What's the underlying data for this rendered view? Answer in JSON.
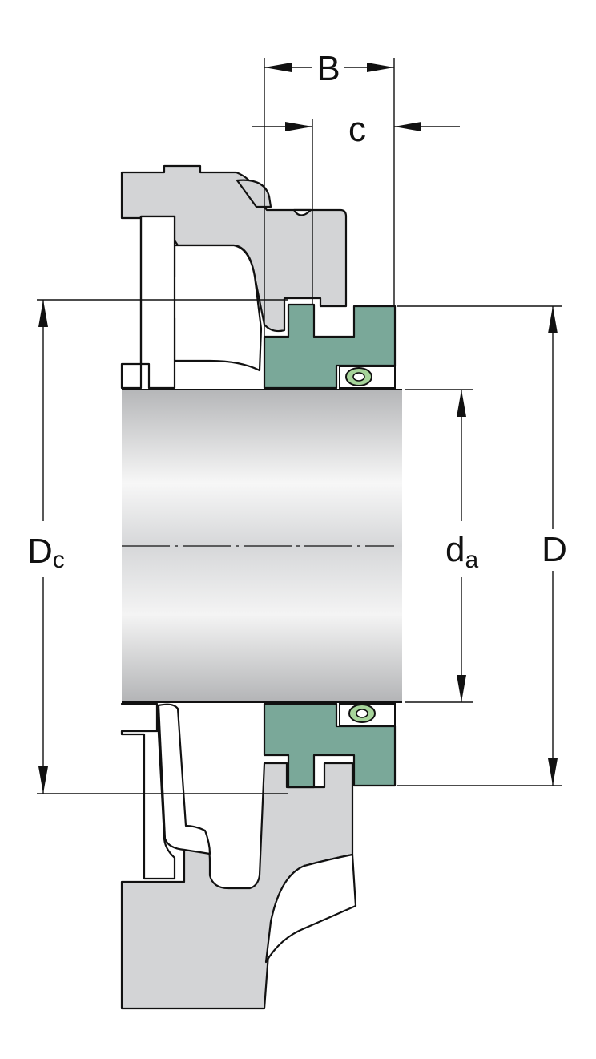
{
  "labels": {
    "width": "B",
    "offset": "c",
    "outer_diameter": "D",
    "shaft_diameter_main": "d",
    "shaft_diameter_sub": "a",
    "counterbore_diameter_main": "D",
    "counterbore_diameter_sub": "c"
  },
  "colors": {
    "housing": "#d3d4d6",
    "seal": "#7aa899",
    "o_ring": "#a6d49a",
    "shaft_light": "#f7f7f7",
    "shaft_dark": "#b9babc",
    "line": "#111111"
  }
}
